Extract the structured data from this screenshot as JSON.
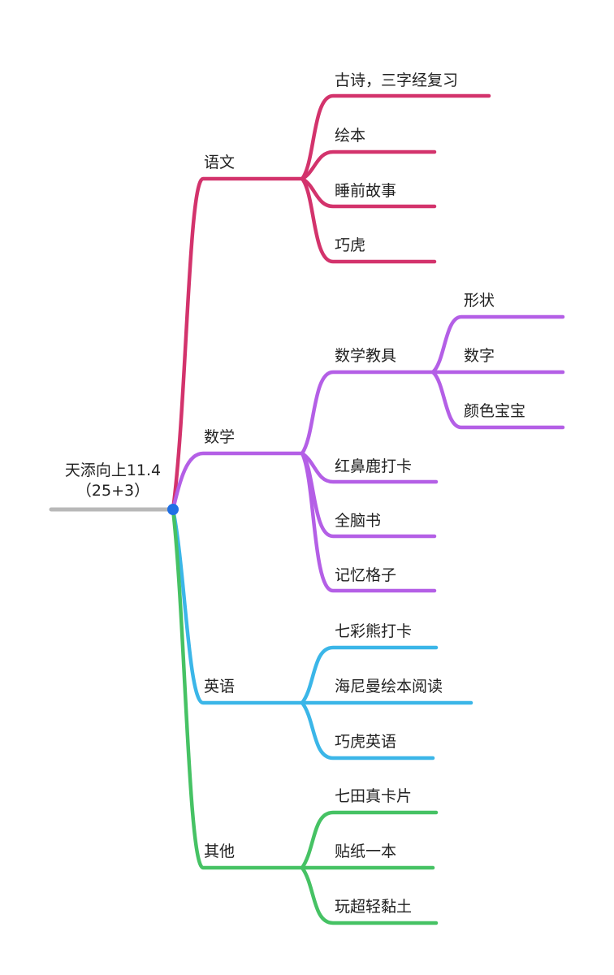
{
  "root": {
    "line1": "天添向上11.4",
    "line2": "（25+3）"
  },
  "colors": {
    "root_line": "#b8b8b8",
    "root_dot": "#1f6fe5",
    "yuwen": "#d3336c",
    "shuxue": "#b45fe6",
    "yingyu": "#3bb6e8",
    "qita": "#46c264"
  },
  "branches": {
    "yuwen": {
      "label": "语文",
      "items": [
        "古诗，三字经复习",
        "绘本",
        "睡前故事",
        "巧虎"
      ]
    },
    "shuxue": {
      "label": "数学",
      "items": [
        "数学教具",
        "红鼻鹿打卡",
        "全脑书",
        "记忆格子"
      ],
      "sub": [
        "形状",
        "数字",
        "颜色宝宝"
      ]
    },
    "yingyu": {
      "label": "英语",
      "items": [
        "七彩熊打卡",
        "海尼曼绘本阅读",
        "巧虎英语"
      ]
    },
    "qita": {
      "label": "其他",
      "items": [
        "七田真卡片",
        "贴纸一本",
        "玩超轻黏土"
      ]
    }
  }
}
